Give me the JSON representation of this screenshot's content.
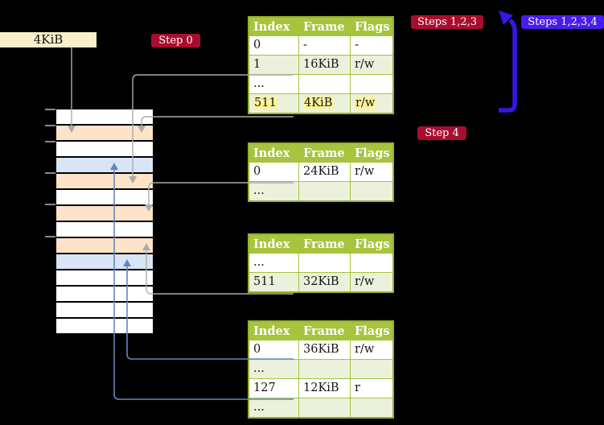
{
  "diagram": "multi-level page table translation",
  "colors": {
    "background": "#000000",
    "table_header_green": "#a6c43d",
    "table_border_green": "#94b12c",
    "table_shaded_row": "#ebf1db",
    "highlight_yellow": "#fdf49c",
    "badge_red": "#a90d2e",
    "badge_blue": "#4a1bee",
    "big_arrow_blue": "#3715e6",
    "memory_orange": "#fde3c8",
    "memory_blue": "#d8e5f6",
    "connector_gray": "#ababab",
    "connector_blue": "#6287bd",
    "frame_box_bg": "#faefca"
  },
  "frame_label_box": {
    "text": "4KiB"
  },
  "badges": {
    "step0": {
      "text": "Step 0"
    },
    "steps123": {
      "text": "Steps 1,2,3"
    },
    "steps1234": {
      "text": "Steps 1,2,3,4"
    },
    "step4": {
      "text": "Step 4"
    }
  },
  "memory_column": {
    "rows": [
      "plain",
      "orange",
      "plain",
      "blue",
      "orange",
      "plain",
      "orange",
      "plain",
      "orange",
      "blue",
      "plain",
      "plain",
      "plain",
      "plain"
    ]
  },
  "tables": [
    {
      "id": "table-1",
      "headers": [
        "Index",
        "Frame",
        "Flags"
      ],
      "rows": [
        {
          "cells": [
            "0",
            "-",
            "-"
          ],
          "shaded": false,
          "highlighted": false
        },
        {
          "cells": [
            "1",
            "16KiB",
            "r/w"
          ],
          "shaded": true,
          "highlighted": false
        },
        {
          "cells": [
            "...",
            "",
            ""
          ],
          "shaded": false,
          "highlighted": false
        },
        {
          "cells": [
            "511",
            "4KiB",
            "r/w"
          ],
          "shaded": true,
          "highlighted": true
        }
      ]
    },
    {
      "id": "table-2",
      "headers": [
        "Index",
        "Frame",
        "Flags"
      ],
      "rows": [
        {
          "cells": [
            "0",
            "24KiB",
            "r/w"
          ],
          "shaded": false,
          "highlighted": false
        },
        {
          "cells": [
            "...",
            "",
            ""
          ],
          "shaded": true,
          "highlighted": false
        }
      ]
    },
    {
      "id": "table-3",
      "headers": [
        "Index",
        "Frame",
        "Flags"
      ],
      "rows": [
        {
          "cells": [
            "...",
            "",
            ""
          ],
          "shaded": false,
          "highlighted": false
        },
        {
          "cells": [
            "511",
            "32KiB",
            "r/w"
          ],
          "shaded": true,
          "highlighted": false
        }
      ]
    },
    {
      "id": "table-4",
      "headers": [
        "Index",
        "Frame",
        "Flags"
      ],
      "rows": [
        {
          "cells": [
            "0",
            "36KiB",
            "r/w"
          ],
          "shaded": false,
          "highlighted": false
        },
        {
          "cells": [
            "...",
            "",
            ""
          ],
          "shaded": true,
          "highlighted": false
        },
        {
          "cells": [
            "127",
            "12KiB",
            "r"
          ],
          "shaded": false,
          "highlighted": false
        },
        {
          "cells": [
            "...",
            "",
            ""
          ],
          "shaded": true,
          "highlighted": false
        }
      ]
    }
  ],
  "connections": [
    {
      "from": "4KiB label box",
      "to": "memory row 2 (4KiB frame)",
      "style": "gray"
    },
    {
      "from": "table-1 index 1",
      "to": "memory row 5 (16KiB frame)",
      "style": "gray"
    },
    {
      "from": "table-1 index 511",
      "to": "memory row 2 (4KiB frame)",
      "style": "gray"
    },
    {
      "from": "table-2 index 0",
      "to": "memory row 7 (24KiB frame)",
      "style": "gray"
    },
    {
      "from": "table-3 index 511",
      "to": "memory row 9 (32KiB frame)",
      "style": "gray"
    },
    {
      "from": "table-4 index 0",
      "to": "memory row 10 (36KiB frame)",
      "style": "blue"
    },
    {
      "from": "table-4 index 127",
      "to": "memory row 4 (12KiB frame)",
      "style": "blue"
    },
    {
      "from": "bottom of diagram",
      "to": "top table area",
      "style": "big-blue-arrow"
    }
  ]
}
